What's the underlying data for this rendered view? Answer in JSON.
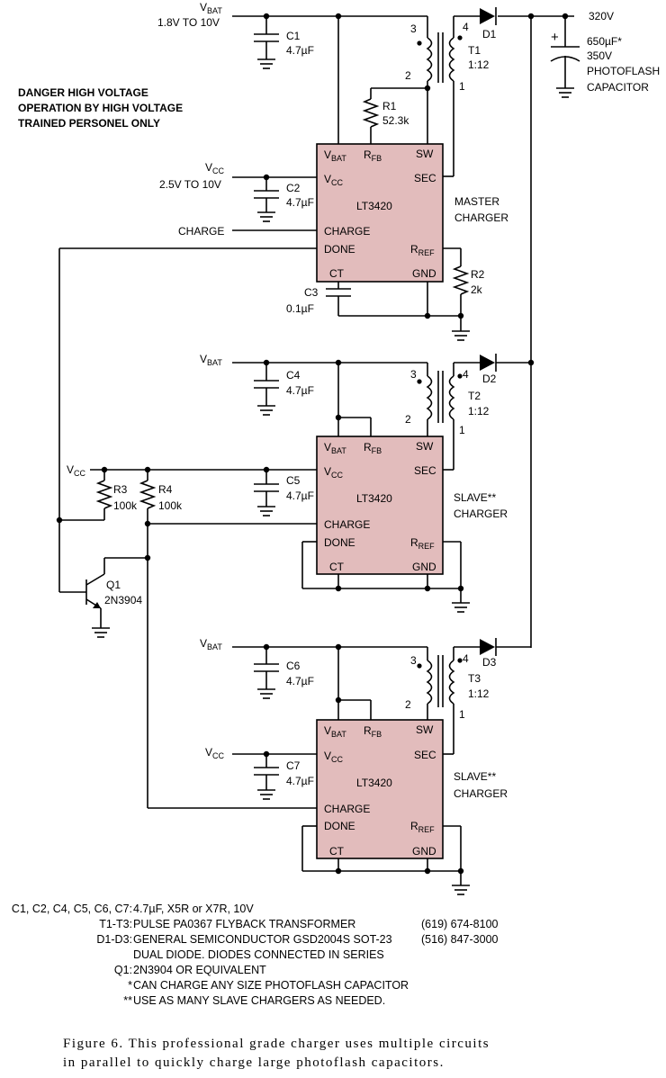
{
  "warning": [
    "DANGER HIGH VOLTAGE",
    "OPERATION BY HIGH VOLTAGE",
    "TRAINED PERSONEL ONLY"
  ],
  "supply": {
    "vbat": "V",
    "vbat_sub": "BAT",
    "vbat_range": "1.8V TO 10V",
    "vcc": "V",
    "vcc_sub": "CC",
    "vcc_range": "2.5V TO 10V",
    "charge": "CHARGE"
  },
  "output": {
    "voltage": "320V",
    "cap_plus": "+",
    "cap_lines": [
      "650µF*",
      "350V",
      "PHOTOFLASH",
      "CAPACITOR"
    ]
  },
  "chip": {
    "name": "LT3420",
    "pins": {
      "vbat": "V",
      "vbat_sub": "BAT",
      "rfb": "R",
      "rfb_sub": "FB",
      "sw": "SW",
      "vcc": "V",
      "vcc_sub": "CC",
      "sec": "SEC",
      "charge": "CHARGE",
      "done": "DONE",
      "rref": "R",
      "rref_sub": "REF",
      "ct": "CT",
      "gnd": "GND"
    }
  },
  "stages": [
    {
      "role": [
        "MASTER",
        "CHARGER"
      ],
      "transformer": "T1",
      "ratio": "1:12",
      "diode": "D1",
      "caps": [
        {
          "ref": "C1",
          "val": "4.7µF"
        },
        {
          "ref": "C2",
          "val": "4.7µF"
        }
      ]
    },
    {
      "role": [
        "SLAVE**",
        "CHARGER"
      ],
      "transformer": "T2",
      "ratio": "1:12",
      "diode": "D2",
      "caps": [
        {
          "ref": "C4",
          "val": "4.7µF"
        },
        {
          "ref": "C5",
          "val": "4.7µF"
        }
      ]
    },
    {
      "role": [
        "SLAVE**",
        "CHARGER"
      ],
      "transformer": "T3",
      "ratio": "1:12",
      "diode": "D3",
      "caps": [
        {
          "ref": "C6",
          "val": "4.7µF"
        },
        {
          "ref": "C7",
          "val": "4.7µF"
        }
      ]
    }
  ],
  "winding_pins": {
    "p3": "3",
    "p2": "2",
    "p4": "4",
    "p1": "1"
  },
  "master_parts": {
    "r1": {
      "ref": "R1",
      "val": "52.3k"
    },
    "r2": {
      "ref": "R2",
      "val": "2k"
    },
    "c3": {
      "ref": "C3",
      "val": "0.1µF"
    }
  },
  "logic": {
    "r3": {
      "ref": "R3",
      "val": "100k"
    },
    "r4": {
      "ref": "R4",
      "val": "100k"
    },
    "q1": {
      "ref": "Q1",
      "val": "2N3904"
    }
  },
  "notes": [
    {
      "key": "C1, C2, C4, C5, C6, C7:",
      "value": "4.7µF, X5R or X7R, 10V",
      "phone": ""
    },
    {
      "key": "T1-T3:",
      "value": "PULSE PA0367 FLYBACK TRANSFORMER",
      "phone": "(619) 674-8100"
    },
    {
      "key": "D1-D3:",
      "value": "GENERAL SEMICONDUCTOR GSD2004S SOT-23",
      "phone": "(516) 847-3000"
    },
    {
      "key": "",
      "value": "DUAL DIODE. DIODES CONNECTED IN SERIES",
      "phone": ""
    },
    {
      "key": "Q1:",
      "value": "2N3904 OR EQUIVALENT",
      "phone": ""
    },
    {
      "key": "*",
      "value": "CAN CHARGE ANY SIZE PHOTOFLASH CAPACITOR",
      "phone": ""
    },
    {
      "key": "**",
      "value": "USE AS MANY SLAVE CHARGERS AS NEEDED.",
      "phone": ""
    }
  ],
  "caption": [
    "Figure 6. This professional grade charger uses multiple circuits",
    "in parallel to quickly charge large photoflash capacitors."
  ]
}
